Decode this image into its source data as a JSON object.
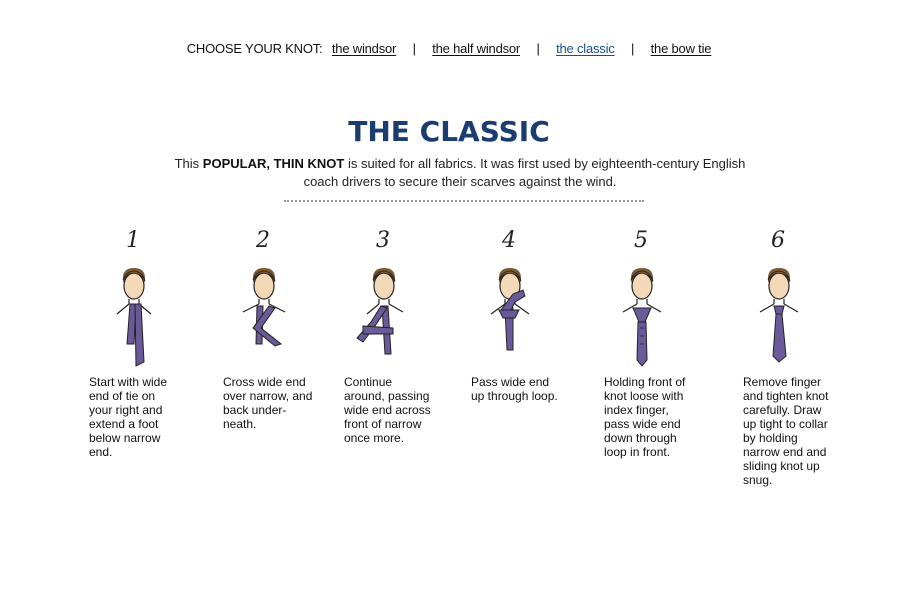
{
  "nav": {
    "prefix": "CHOOSE YOUR KNOT:",
    "links": [
      "the windsor",
      "the half windsor",
      "the classic",
      "the bow tie"
    ],
    "active_index": 2,
    "separator": "|"
  },
  "title": "THE CLASSIC",
  "intro": {
    "lead": "This ",
    "emphasis": "POPULAR, THIN KNOT",
    "rest": " is suited for all fabrics. It was first used by eighteenth-century English coach drivers to secure their scarves against the wind."
  },
  "colors": {
    "title": "#1b3c6e",
    "active_link": "#1d4f86",
    "tie": "#6b5a9a",
    "hair": "#7a5a33",
    "skin": "#f3d9b8"
  },
  "steps": [
    {
      "number": "1",
      "text": "Start with wide end of tie on your right and extend a foot below narrow end."
    },
    {
      "number": "2",
      "text": "Cross wide end over narrow, and back under-neath."
    },
    {
      "number": "3",
      "text": "Continue around, passing wide end across front of narrow once more."
    },
    {
      "number": "4",
      "text": "Pass wide end up through loop."
    },
    {
      "number": "5",
      "text": "Holding front of knot loose with index finger, pass wide end down through loop in front."
    },
    {
      "number": "6",
      "text": "Remove finger and tighten knot carefully. Draw up tight to collar by holding narrow end and sliding knot up snug."
    }
  ]
}
